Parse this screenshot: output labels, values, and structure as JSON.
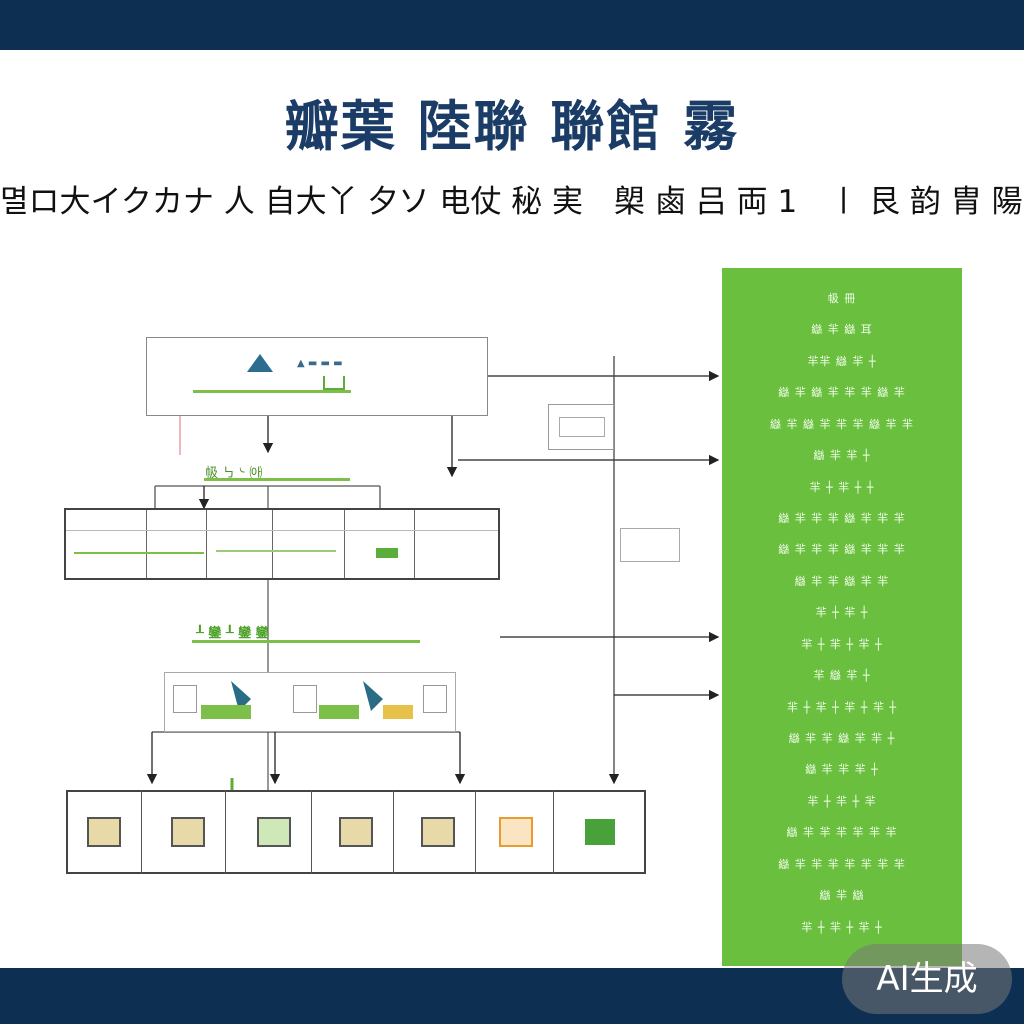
{
  "colors": {
    "navy": "#0d2f52",
    "green": "#6bbf3f",
    "title": "#1b3c66"
  },
  "header": {
    "title": "瓣葉 陸聯 聯館 霧",
    "subtitle": "멸ロ大イクカナ 人 自大丫 夕ソ 电仗 秘 実　㮾 鹵 吕 両 1　〡 艮 韵 胄 陽 固"
  },
  "diagram": {
    "top_box_label": "▲ ▬ ▬ ▬",
    "level2_label": "㠷 ㇉ ᔈ ㈕",
    "mid_label": "┸ 鑾 ┸ 鑾 鑾",
    "side_panel_lines": [
      "㠷 冊",
      "䜌 羋 䜌 耳",
      "羋羋 䜌 羋 ┼",
      "䜌 羋 䜌 羋 羋 羋 䜌 羋",
      "䜌 羋 䜌 羋 羋 羋 䜌 羋 羋",
      "䜌 羋 羋 ┼",
      "羋 ┼ 羋 ┼ ┼",
      "䜌 羋 羋 羋 䜌 羋 羋 羋",
      "䜌 羋 羋 羋 䜌 羋 羋 羋",
      "䜌 羋 羋 䜌 羋 羋",
      "羋 ┼ 羋 ┼",
      "羋 ┼ 羋 ┼ 羋 ┼",
      "羋 䜌 羋 ┼",
      "羋 ┼ 羋 ┼ 羋 ┼ 羋 ┼",
      "䜌 羋 羋 䜌 羋 羋 ┼",
      "䜌 羋 羋 羋 ┼",
      "羋 ┼ 羋 ┼ 羋",
      "䜌 羋 羋 羋 羋 羋 羋",
      "䜌 羋 羋 羋 羋 羋 羋 羋",
      "䜌 羋 䜌",
      "羋 ┼ 羋 ┼ 羋 ┼"
    ]
  },
  "watermark": "AI生成"
}
